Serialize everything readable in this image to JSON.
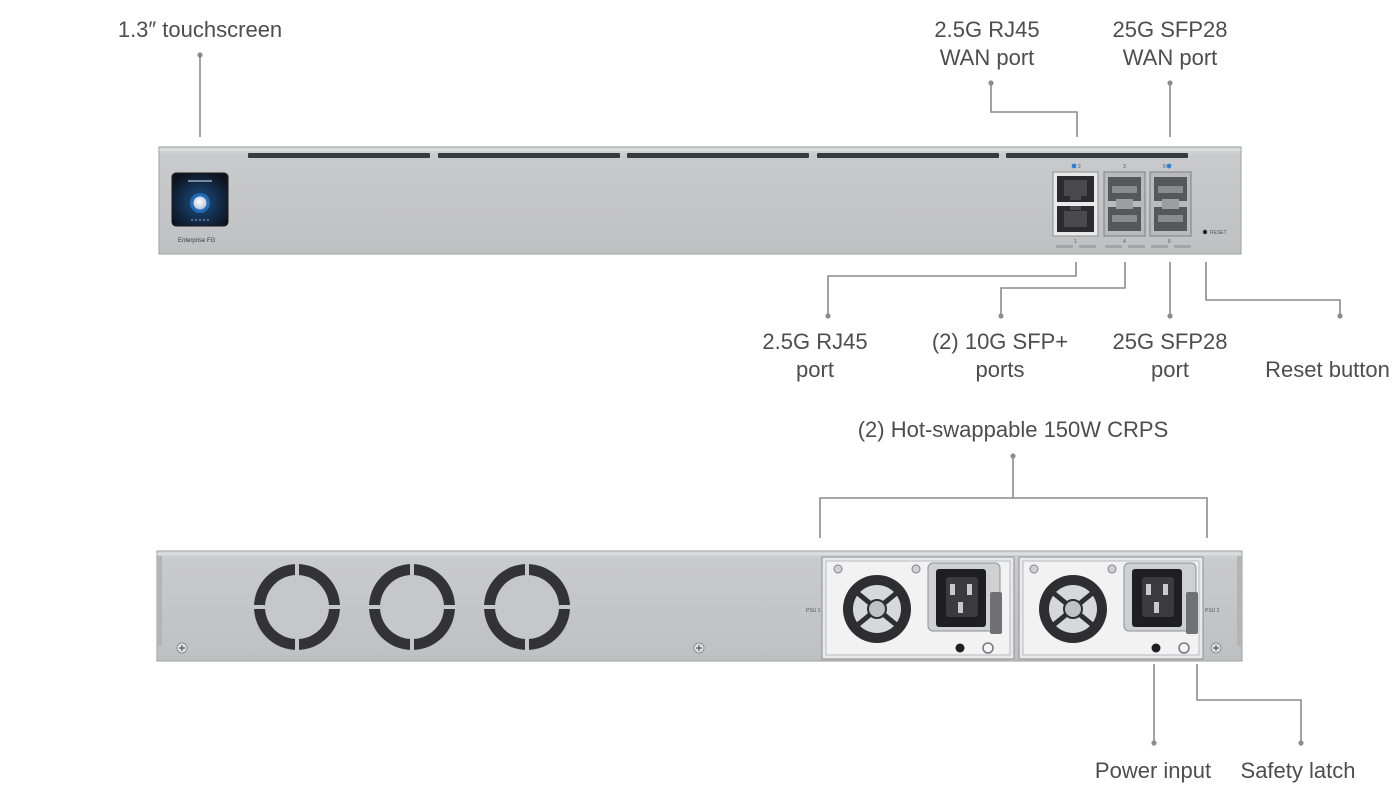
{
  "front_panel": {
    "labels": {
      "touchscreen": "1.3″ touchscreen",
      "wan_rj45": [
        "2.5G RJ45",
        "WAN port"
      ],
      "wan_sfp28": [
        "25G SFP28",
        "WAN port"
      ],
      "lan_rj45": [
        "2.5G RJ45",
        "port"
      ],
      "sfp_plus": [
        "(2) 10G SFP+",
        "ports"
      ],
      "lan_sfp28": [
        "25G SFP28",
        "port"
      ],
      "reset": "Reset button"
    },
    "device_text": {
      "brand": "Enterprise FG",
      "reset_text": "RESET",
      "port_numbers": [
        "1",
        "2",
        "3",
        "4",
        "5",
        "6"
      ]
    }
  },
  "rear_panel": {
    "labels": {
      "psu": "(2) Hot-swappable 150W CRPS",
      "power_input": "Power input",
      "safety_latch": "Safety latch"
    },
    "psu_slots": [
      "PSU 1",
      "PSU 2"
    ]
  },
  "colors": {
    "chassis": "#c6c7c9",
    "chassis_edge": "#a9abae",
    "leader_line": "#8c8c8c",
    "label_text": "#4d4d4d",
    "vent": "#3a3a3c",
    "screen_blue": "#2a7fd8"
  }
}
